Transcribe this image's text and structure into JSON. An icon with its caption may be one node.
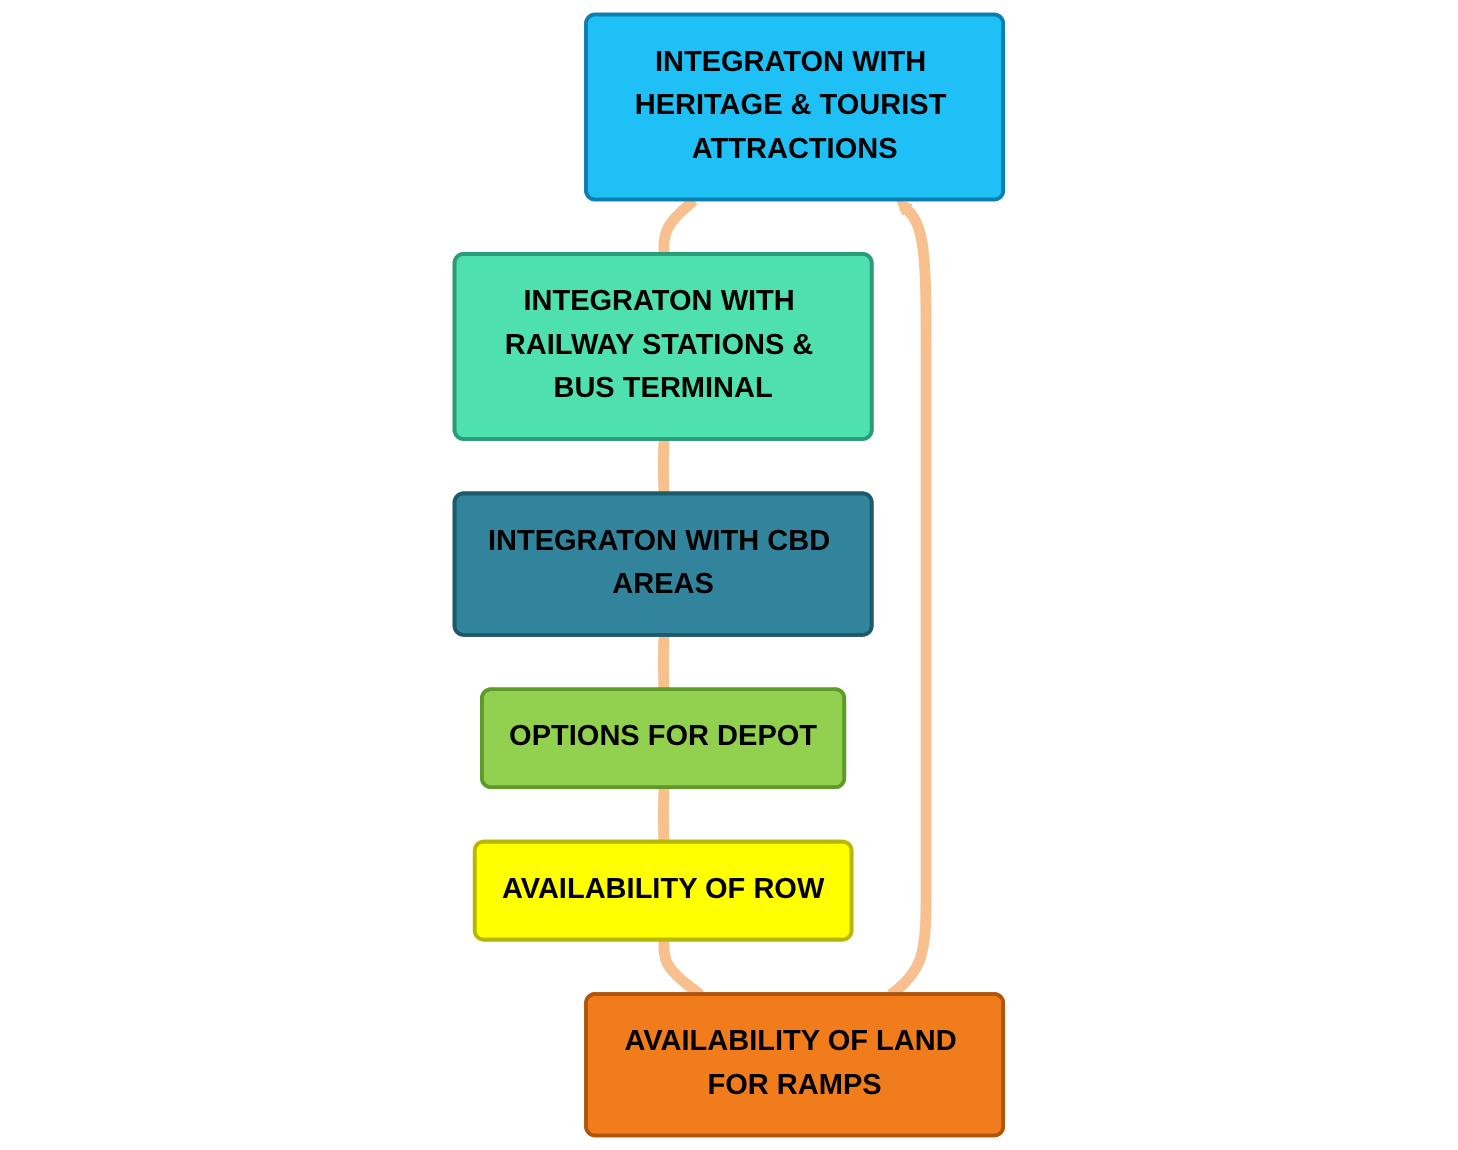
{
  "diagram": {
    "nodes": [
      {
        "text": [
          "INTEGRATON WITH HERITAGE & TOURIST ATTRACTIONS"
        ]
      },
      {
        "text": [
          "INTEGRATON WITH RAILWAY STATIONS & BUS TERMINAL"
        ]
      },
      {
        "text": [
          "INTEGRATON WITH CBD AREAS"
        ]
      },
      {
        "text": [
          "OPTIONS FOR DEPOT"
        ]
      },
      {
        "text": [
          "AVAILABILITY OF ROW"
        ]
      },
      {
        "text": [
          "AVAILABILITY OF LAND FOR RAMPS"
        ]
      }
    ],
    "edges": [
      {
        "from": 0,
        "to": 1,
        "arrow": "none"
      },
      {
        "from": 1,
        "to": 2,
        "arrow": "none"
      },
      {
        "from": 2,
        "to": 3,
        "arrow": "none"
      },
      {
        "from": 3,
        "to": 4,
        "arrow": "none"
      },
      {
        "from": 4,
        "to": 5,
        "arrow": "none"
      },
      {
        "from": 5,
        "to": 0,
        "arrow": "to"
      }
    ]
  }
}
